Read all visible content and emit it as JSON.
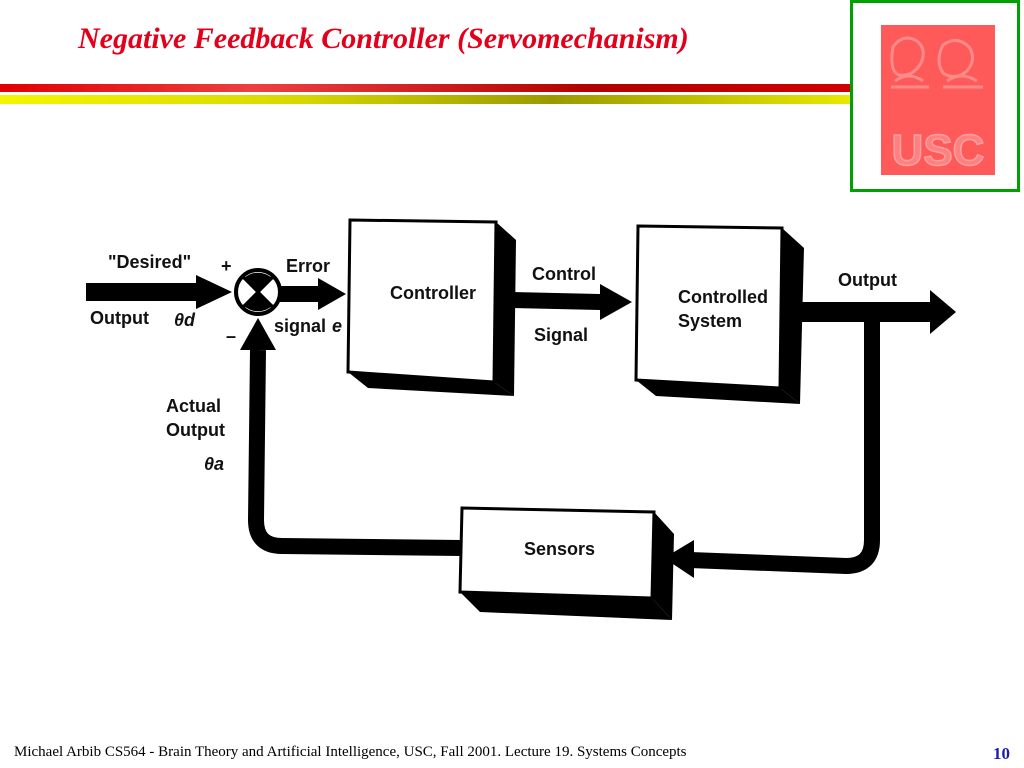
{
  "slide": {
    "title": "Negative Feedback Controller (Servomechanism)",
    "footer": "Michael Arbib CS564 - Brain Theory and Artificial Intelligence,  USC, Fall 2001. Lecture 19. Systems Concepts",
    "page_number": "10"
  },
  "logo": {
    "text": "USC",
    "color": "#ff5a5a"
  },
  "diagram": {
    "desired_label_1": "\"Desired\"",
    "desired_label_2": "Output",
    "desired_symbol": "θd",
    "plus_sign": "+",
    "minus_sign": "–",
    "error_label_1": "Error",
    "error_label_2": "signal",
    "error_symbol": "e",
    "controller": "Controller",
    "control_label_1": "Control",
    "control_label_2": "Signal",
    "controlled_1": "Controlled",
    "controlled_2": "System",
    "output_label": "Output",
    "actual_label_1": "Actual",
    "actual_label_2": "Output",
    "actual_symbol": "θa",
    "sensors": "Sensors"
  }
}
